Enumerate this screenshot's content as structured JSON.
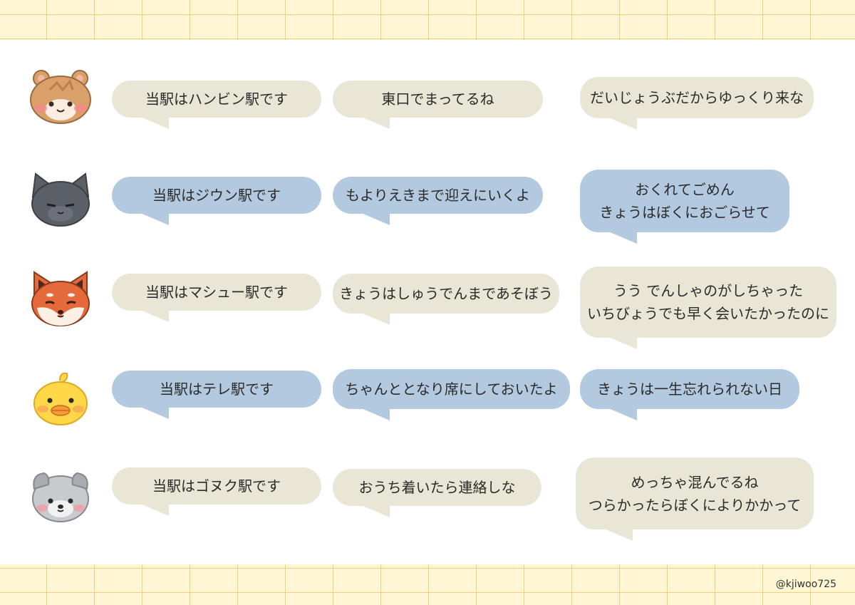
{
  "rows": [
    {
      "avatar": "hamster-face-icon",
      "bubbles": [
        "当駅はハンビン駅です",
        "東口でまってるね",
        "だいじょうぶだからゆっくり来な"
      ]
    },
    {
      "avatar": "gray-cat-face-icon",
      "bubbles": [
        "当駅はジウン駅です",
        "もよりえきまで迎えにいくよ",
        "おくれてごめん",
        "きょうはぼくにおごらせて"
      ]
    },
    {
      "avatar": "fox-face-icon",
      "bubbles": [
        "当駅はマシュー駅です",
        "きょうはしゅうでんまであそぼう",
        "うう でんしゃのがしちゃった",
        "いちびょうでも早く会いたかったのに"
      ]
    },
    {
      "avatar": "chick-face-icon",
      "bubbles": [
        "当駅はテレ駅です",
        "ちゃんととなり席にしておいたよ",
        "きょうは一生忘れられない日"
      ]
    },
    {
      "avatar": "gray-puppy-face-icon",
      "bubbles": [
        "当駅はゴヌク駅です",
        "おうち着いたら連絡しな",
        "めっちゃ混んでるね",
        "つらかったらぼくによりかかって"
      ]
    }
  ],
  "credit": "@kjiwoo725",
  "colors": {
    "beige": "#e9e6d5",
    "blue": "#b3c9df",
    "grid_bg": "#fff6d6",
    "grid_line": "#f3cf7a"
  }
}
